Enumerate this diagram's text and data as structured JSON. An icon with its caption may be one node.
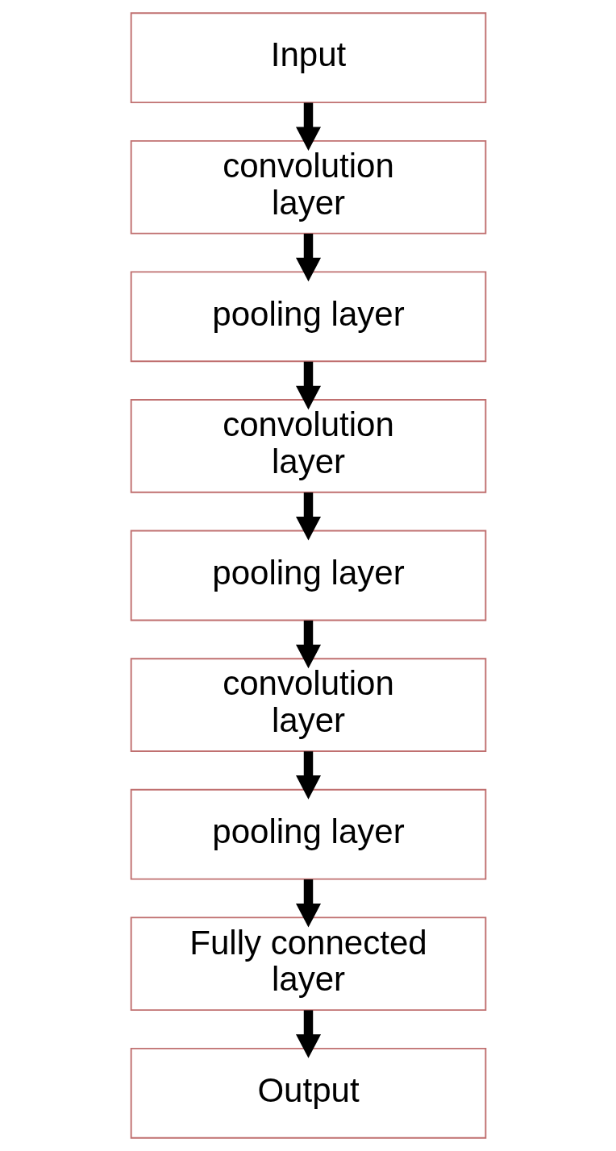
{
  "diagram": {
    "nodes": [
      {
        "text": [
          "Input"
        ]
      },
      {
        "text": [
          "convolution layer"
        ]
      },
      {
        "text": [
          "pooling layer"
        ]
      },
      {
        "text": [
          "convolution layer"
        ]
      },
      {
        "text": [
          "pooling layer"
        ]
      },
      {
        "text": [
          "convolution layer"
        ]
      },
      {
        "text": [
          "pooling layer"
        ]
      },
      {
        "text": [
          "Fully connected layer"
        ]
      },
      {
        "text": [
          "Output"
        ]
      }
    ],
    "edges": [
      {
        "from": 0,
        "to": 1,
        "arrow": "to"
      },
      {
        "from": 1,
        "to": 2,
        "arrow": "to"
      },
      {
        "from": 2,
        "to": 3,
        "arrow": "to"
      },
      {
        "from": 3,
        "to": 4,
        "arrow": "to"
      },
      {
        "from": 4,
        "to": 5,
        "arrow": "to"
      },
      {
        "from": 5,
        "to": 6,
        "arrow": "to"
      },
      {
        "from": 6,
        "to": 7,
        "arrow": "to"
      },
      {
        "from": 7,
        "to": 8,
        "arrow": "to"
      }
    ]
  }
}
